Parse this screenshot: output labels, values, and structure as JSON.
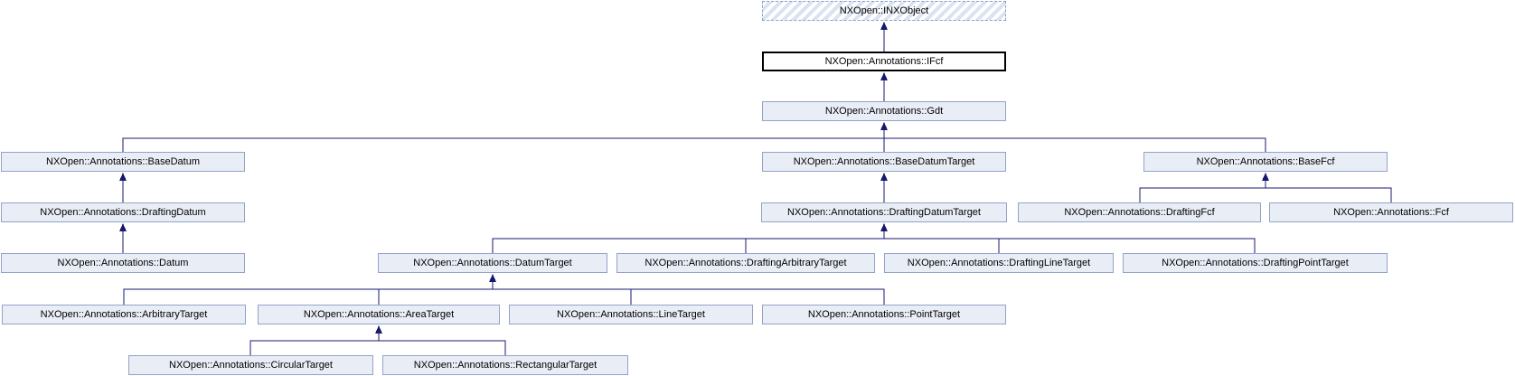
{
  "diagram": {
    "kind": "class-inheritance-graph",
    "colors": {
      "background": "#ffffff",
      "node_fill": "#e9edf6",
      "node_border": "#93a2c7",
      "current_node_border": "#000000",
      "current_node_fill": "#ffffff",
      "external_node_hatch": "#dbe3f2",
      "edge": "#191970",
      "text": "#000000"
    },
    "nodes": [
      {
        "id": "INXObject",
        "label": "NXOpen::INXObject",
        "style": "external"
      },
      {
        "id": "IFcf",
        "label": "NXOpen::Annotations::IFcf",
        "style": "current"
      },
      {
        "id": "Gdt",
        "label": "NXOpen::Annotations::Gdt",
        "style": "default"
      },
      {
        "id": "BaseDatum",
        "label": "NXOpen::Annotations::BaseDatum",
        "style": "default"
      },
      {
        "id": "BaseDatumTarget",
        "label": "NXOpen::Annotations::BaseDatumTarget",
        "style": "default"
      },
      {
        "id": "BaseFcf",
        "label": "NXOpen::Annotations::BaseFcf",
        "style": "default"
      },
      {
        "id": "DraftingDatum",
        "label": "NXOpen::Annotations::DraftingDatum",
        "style": "default"
      },
      {
        "id": "DraftingDatumTarget",
        "label": "NXOpen::Annotations::DraftingDatumTarget",
        "style": "default"
      },
      {
        "id": "DraftingFcf",
        "label": "NXOpen::Annotations::DraftingFcf",
        "style": "default"
      },
      {
        "id": "Fcf",
        "label": "NXOpen::Annotations::Fcf",
        "style": "default"
      },
      {
        "id": "Datum",
        "label": "NXOpen::Annotations::Datum",
        "style": "default"
      },
      {
        "id": "DatumTarget",
        "label": "NXOpen::Annotations::DatumTarget",
        "style": "default"
      },
      {
        "id": "DraftingArbitraryTarget",
        "label": "NXOpen::Annotations::DraftingArbitraryTarget",
        "style": "default"
      },
      {
        "id": "DraftingLineTarget",
        "label": "NXOpen::Annotations::DraftingLineTarget",
        "style": "default"
      },
      {
        "id": "DraftingPointTarget",
        "label": "NXOpen::Annotations::DraftingPointTarget",
        "style": "default"
      },
      {
        "id": "ArbitraryTarget",
        "label": "NXOpen::Annotations::ArbitraryTarget",
        "style": "default"
      },
      {
        "id": "AreaTarget",
        "label": "NXOpen::Annotations::AreaTarget",
        "style": "default"
      },
      {
        "id": "LineTarget",
        "label": "NXOpen::Annotations::LineTarget",
        "style": "default"
      },
      {
        "id": "PointTarget",
        "label": "NXOpen::Annotations::PointTarget",
        "style": "default"
      },
      {
        "id": "CircularTarget",
        "label": "NXOpen::Annotations::CircularTarget",
        "style": "default"
      },
      {
        "id": "RectangularTarget",
        "label": "NXOpen::Annotations::RectangularTarget",
        "style": "default"
      }
    ],
    "edges": [
      {
        "from": "IFcf",
        "to": "INXObject"
      },
      {
        "from": "Gdt",
        "to": "IFcf"
      },
      {
        "from": "BaseDatum",
        "to": "Gdt"
      },
      {
        "from": "BaseDatumTarget",
        "to": "Gdt"
      },
      {
        "from": "BaseFcf",
        "to": "Gdt"
      },
      {
        "from": "DraftingDatum",
        "to": "BaseDatum"
      },
      {
        "from": "Datum",
        "to": "DraftingDatum"
      },
      {
        "from": "DraftingDatumTarget",
        "to": "BaseDatumTarget"
      },
      {
        "from": "DraftingFcf",
        "to": "BaseFcf"
      },
      {
        "from": "Fcf",
        "to": "BaseFcf"
      },
      {
        "from": "DatumTarget",
        "to": "DraftingDatumTarget"
      },
      {
        "from": "DraftingArbitraryTarget",
        "to": "DraftingDatumTarget"
      },
      {
        "from": "DraftingLineTarget",
        "to": "DraftingDatumTarget"
      },
      {
        "from": "DraftingPointTarget",
        "to": "DraftingDatumTarget"
      },
      {
        "from": "ArbitraryTarget",
        "to": "DatumTarget"
      },
      {
        "from": "AreaTarget",
        "to": "DatumTarget"
      },
      {
        "from": "LineTarget",
        "to": "DatumTarget"
      },
      {
        "from": "PointTarget",
        "to": "DatumTarget"
      },
      {
        "from": "CircularTarget",
        "to": "AreaTarget"
      },
      {
        "from": "RectangularTarget",
        "to": "AreaTarget"
      }
    ]
  }
}
